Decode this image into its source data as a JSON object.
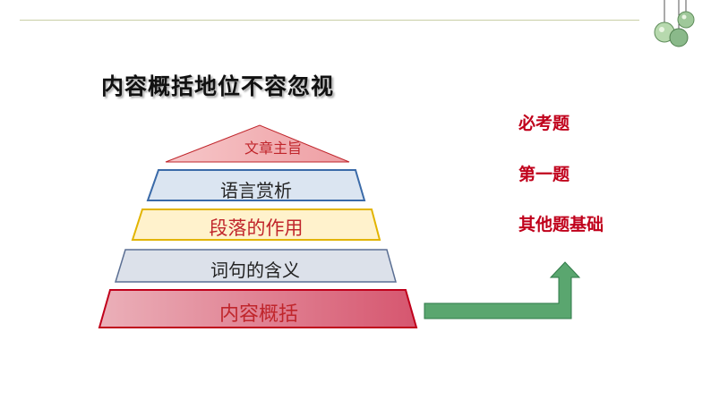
{
  "title": "内容概括地位不容忽视",
  "pyramid": {
    "top": "文章主旨",
    "layer2": "语言赏析",
    "layer3": "段落的作用",
    "layer4": "词句的含义",
    "base": "内容概括"
  },
  "right_labels": [
    "必考题",
    "第一题",
    "其他题基础"
  ],
  "colors": {
    "accent_red": "#c0001b",
    "top_fill": "#f3b3b6",
    "blue_fill": "#dbe5f1",
    "yellow_fill": "#fff2cc",
    "gray_fill": "#dce1ea",
    "base_fill": "#e07a8b",
    "arrow_green": "#5aa66f"
  },
  "icons": [
    "hanging-lamps-decoration-icon",
    "bent-arrow-icon"
  ]
}
